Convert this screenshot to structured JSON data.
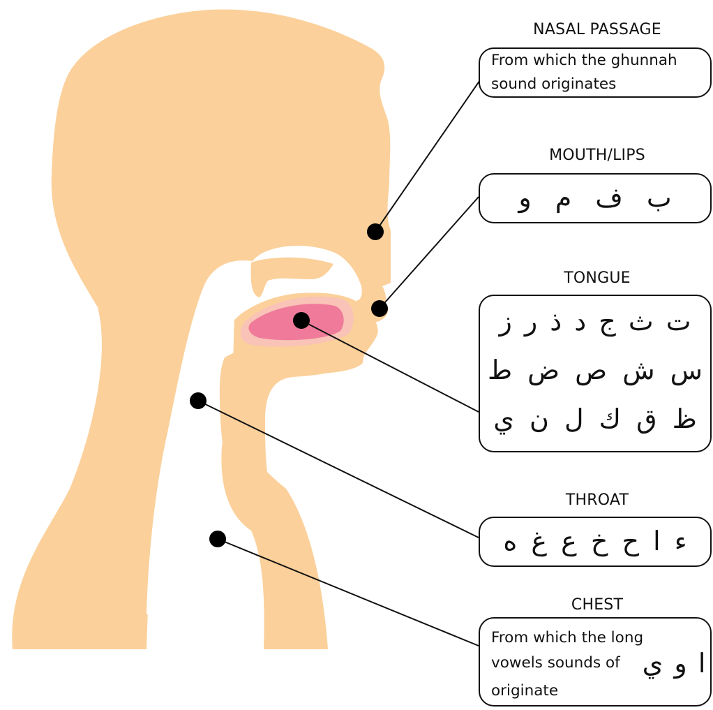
{
  "regions": {
    "nasal": {
      "title": "NASAL PASSAGE",
      "line1": "From which the ghunnah",
      "line2": "sound originates"
    },
    "mouth": {
      "title": "MOUTH/LIPS",
      "letters": "ب  ف  م  و"
    },
    "tongue": {
      "title": "TONGUE",
      "row1": "ت ث ج د ذ ر ز",
      "row2": "س ش ص ض ط",
      "row3": "ظ ق ك ل ن ي"
    },
    "throat": {
      "title": "THROAT",
      "letters": "ء ا ح خ ع غ ه"
    },
    "chest": {
      "title": "CHEST",
      "line1": "From which the long",
      "line2": "vowels  sounds of",
      "line3": "originate",
      "letters": "ا و ي"
    }
  },
  "colors": {
    "skin": "#fbd09a",
    "tongue": "#f07a9a",
    "tongue_rim": "#f9c3b7",
    "line": "#111111",
    "dot": "#000000"
  }
}
